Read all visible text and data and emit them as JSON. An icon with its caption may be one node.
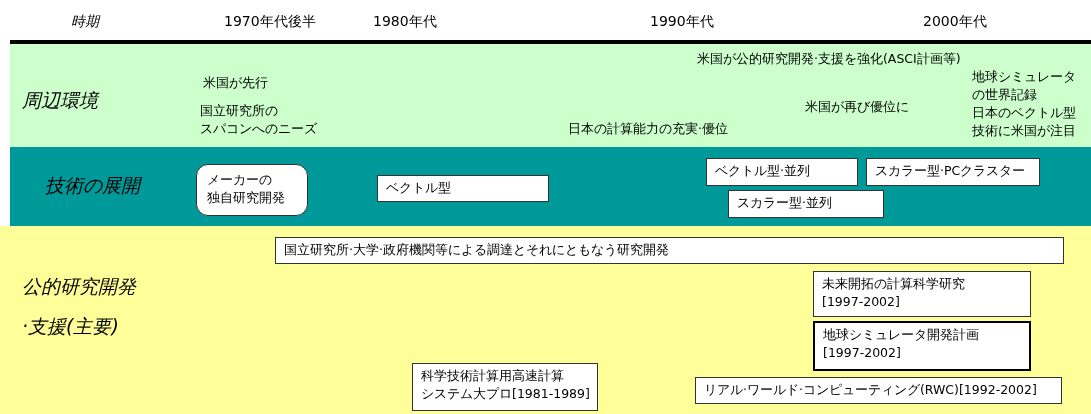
{
  "diagram": {
    "nodes": [
      {
        "text": [
          "周辺環境"
        ]
      },
      {
        "text": [
          "技術の展開"
        ]
      },
      {
        "text": [
          "公的研究開発 ·支援(主要)"
        ]
      },
      {
        "text": [
          "メーカーの独自研究開発"
        ],
        "in": 1
      },
      {
        "text": [
          "ベクトル型"
        ],
        "in": 1
      },
      {
        "text": [
          "ベクトル型·並列"
        ],
        "in": 1
      },
      {
        "text": [
          "スカラー型·PCクラスター"
        ],
        "in": 1
      },
      {
        "text": [
          "スカラー型·並列"
        ],
        "in": 1
      },
      {
        "text": [
          "国立研究所·大学·政府機関等による調達とそれにともなう研究開発"
        ],
        "in": 2
      },
      {
        "text": [
          "未来開拓の計算科学研究[1997-2002]"
        ],
        "in": 2
      },
      {
        "text": [
          "地球シミュレータ開発計画[1997-2002]"
        ],
        "in": 2
      },
      {
        "text": [
          "科学技術計算用高速計算システム大プロ[1981-1989]"
        ],
        "in": 2
      },
      {
        "text": [
          "リアル·ワールド·コンピューティング(RWC)[1992-2002]"
        ],
        "in": 2
      }
    ],
    "labels": [
      "時期",
      "1970年代後半",
      "1980年代",
      "1990年代",
      "2000年代",
      "米国が公的研究開発·支援を強化(ASCI計画等)",
      "米国が先行",
      "国立研究所のスパコンへのニーズ",
      "日本の計算能力の充実·優位",
      "米国が再び優位に",
      "地球シミュレータの世界記録",
      "日本のベクトル型技術に米国が注目"
    ]
  }
}
